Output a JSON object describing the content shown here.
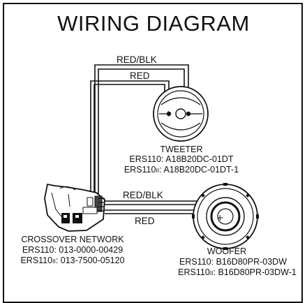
{
  "title": "WIRING DIAGRAM",
  "wires": {
    "tweeter_negative": "RED/BLK",
    "tweeter_positive": "RED",
    "woofer_negative": "RED/BLK",
    "woofer_positive": "RED"
  },
  "tweeter": {
    "name": "TWEETER",
    "models": [
      {
        "series": "ERS110",
        "suffix": "",
        "part": ": A18B20DC-01DT"
      },
      {
        "series": "ERS110",
        "suffix": "II",
        "part": ": A18B20DC-01DT-1"
      }
    ],
    "plus_symbol": "+",
    "minus_symbol": "−"
  },
  "crossover": {
    "name": "CROSSOVER NETWORK",
    "models": [
      {
        "series": "ERS110",
        "suffix": "",
        "part": ": 013-0000-00429"
      },
      {
        "series": "ERS110",
        "suffix": "II",
        "part": ": 013-7500-05120"
      }
    ]
  },
  "woofer": {
    "name": "WOOFER",
    "models": [
      {
        "series": "ERS110",
        "suffix": "",
        "part": ": B16D80PR-03DW"
      },
      {
        "series": "ERS110",
        "suffix": "II",
        "part": ": B16D80PR-03DW-1"
      }
    ],
    "plus_symbol": "+"
  }
}
